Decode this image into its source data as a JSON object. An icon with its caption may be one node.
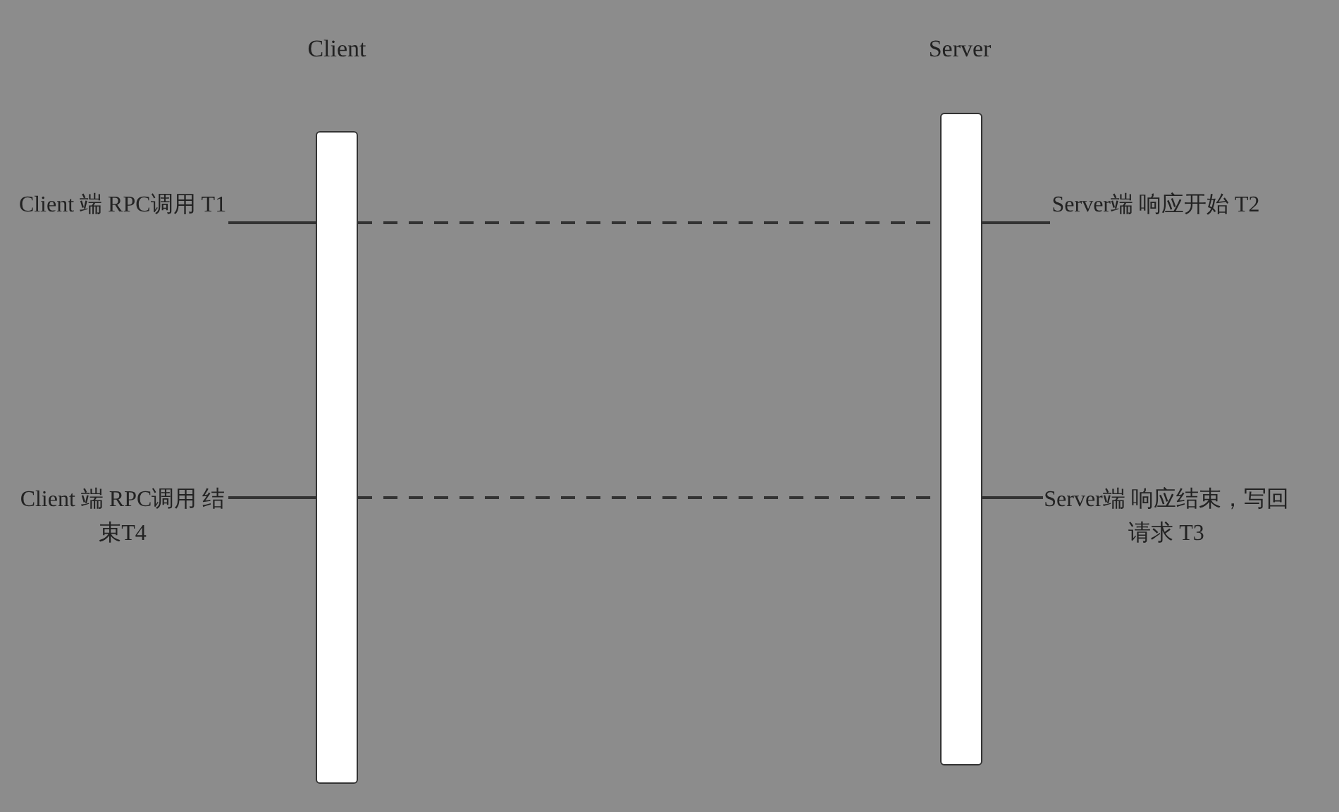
{
  "diagram": {
    "nodes": [
      {
        "text": [
          "Client"
        ]
      },
      {
        "text": [
          "Server"
        ]
      },
      {
        "text": [
          "Client 端 RPC调用 T1"
        ]
      },
      {
        "text": [
          "Server端 响应开始 T2"
        ]
      },
      {
        "text": [
          "Client 端 RPC调用 结束T4"
        ]
      },
      {
        "text": [
          "Server端 响应结束，写回请求 T3"
        ]
      }
    ],
    "edges": [
      {
        "from": 2,
        "to": 0,
        "arrow": "none"
      },
      {
        "from": 0,
        "to": 1,
        "arrow": "none",
        "style": "dashed"
      },
      {
        "from": 1,
        "to": 3,
        "arrow": "none"
      },
      {
        "from": 4,
        "to": 0,
        "arrow": "none"
      },
      {
        "from": 0,
        "to": 1,
        "arrow": "none",
        "style": "dashed"
      },
      {
        "from": 1,
        "to": 5,
        "arrow": "none"
      }
    ]
  }
}
